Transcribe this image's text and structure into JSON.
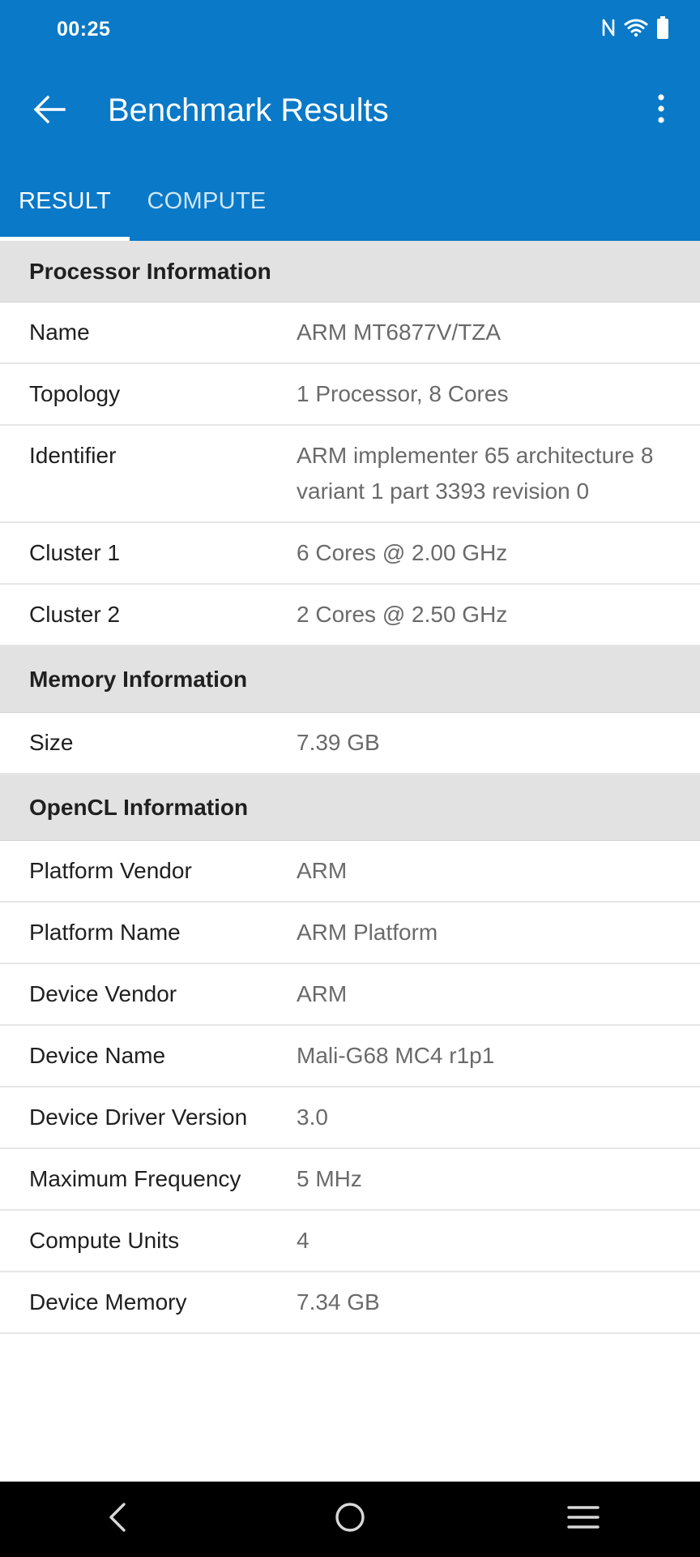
{
  "status_bar": {
    "time": "00:25",
    "icons": [
      "nfc-icon",
      "wifi-icon",
      "battery-icon"
    ]
  },
  "toolbar": {
    "title": "Benchmark Results",
    "back_icon": "arrow-back-icon",
    "overflow_icon": "more-vert-icon"
  },
  "tabs": [
    {
      "label": "RESULT",
      "selected": true
    },
    {
      "label": "COMPUTE",
      "selected": false
    }
  ],
  "sections": {
    "processor": {
      "title": "Processor Information",
      "rows": [
        {
          "label": "Name",
          "value": "ARM MT6877V/TZA"
        },
        {
          "label": "Topology",
          "value": "1 Processor, 8 Cores"
        },
        {
          "label": "Identifier",
          "value": "ARM implementer 65 architecture 8 variant 1 part 3393 revision 0"
        },
        {
          "label": "Cluster 1",
          "value": "6 Cores @ 2.00 GHz"
        },
        {
          "label": "Cluster 2",
          "value": "2 Cores @ 2.50 GHz"
        }
      ]
    },
    "memory": {
      "title": "Memory Information",
      "rows": [
        {
          "label": "Size",
          "value": "7.39 GB"
        }
      ]
    },
    "opencl": {
      "title": "OpenCL Information",
      "rows": [
        {
          "label": "Platform Vendor",
          "value": "ARM"
        },
        {
          "label": "Platform Name",
          "value": "ARM Platform"
        },
        {
          "label": "Device Vendor",
          "value": "ARM"
        },
        {
          "label": "Device Name",
          "value": "Mali-G68 MC4 r1p1"
        },
        {
          "label": "Device Driver Version",
          "value": "3.0"
        },
        {
          "label": "Maximum Frequency",
          "value": "5 MHz"
        },
        {
          "label": "Compute Units",
          "value": "4"
        },
        {
          "label": "Device Memory",
          "value": "7.34 GB"
        }
      ]
    }
  },
  "colors": {
    "app_bar": "#0a79c7",
    "section_header": "#e2e2e2",
    "value_text": "#6a6a6a"
  },
  "nav_bar": {
    "icons": [
      "nav-back-icon",
      "nav-home-icon",
      "nav-recents-icon"
    ]
  }
}
